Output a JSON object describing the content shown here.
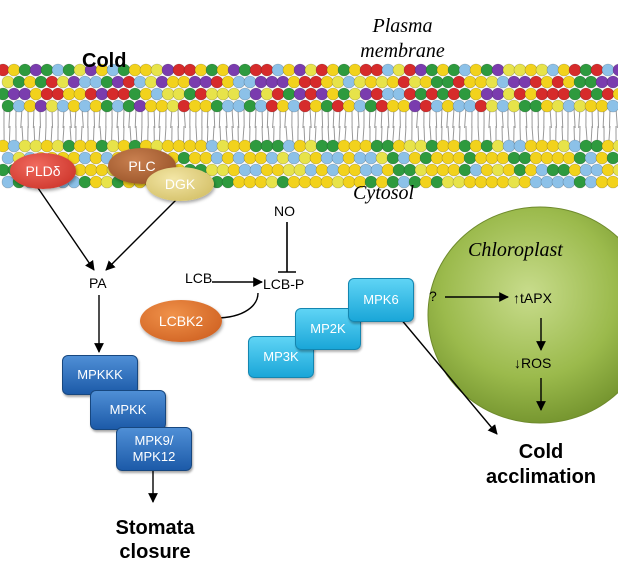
{
  "membrane": {
    "cold_label": "Cold",
    "plasma_membrane_label": "Plasma membrane",
    "cytosol_label": "Cytosol"
  },
  "enzymes": {
    "pld": "PLDδ",
    "plc": "PLC",
    "dgk": "DGK",
    "lcbk2": "LCBK2"
  },
  "molecules": {
    "pa": "PA",
    "no": "NO",
    "lcb": "LCB",
    "lcb_p": "LCB-P",
    "question": "?",
    "apx": "↑tAPX",
    "ros": "↓ROS"
  },
  "cascade_left": {
    "mapkkk": "MPKKK",
    "mapkk": "MPKK",
    "mpk9_line1": "MPK9/",
    "mpk9_line2": "MPK12"
  },
  "cascade_right": {
    "mp3k": "MP3K",
    "mp2k": "MP2K",
    "mpk6": "MPK6"
  },
  "chloroplast_label": "Chloroplast",
  "outcomes": {
    "stomata_line1": "Stomata",
    "stomata_line2": "closure",
    "cold_line1": "Cold",
    "cold_line2": "acclimation"
  },
  "colors": {
    "lipid_heads": [
      "#d62b2b",
      "#2e9a3e",
      "#f2d21c",
      "#7a3cae",
      "#8cc1e8",
      "#e7e34a"
    ],
    "dark_blue": "#2a6bbf",
    "light_blue": "#2bb8e8",
    "chloroplast": "#8fae3e",
    "pld": "#d9342b",
    "plc": "#a85a2a",
    "dgk": "#e3d07a",
    "lcbk2": "#d4661f"
  }
}
